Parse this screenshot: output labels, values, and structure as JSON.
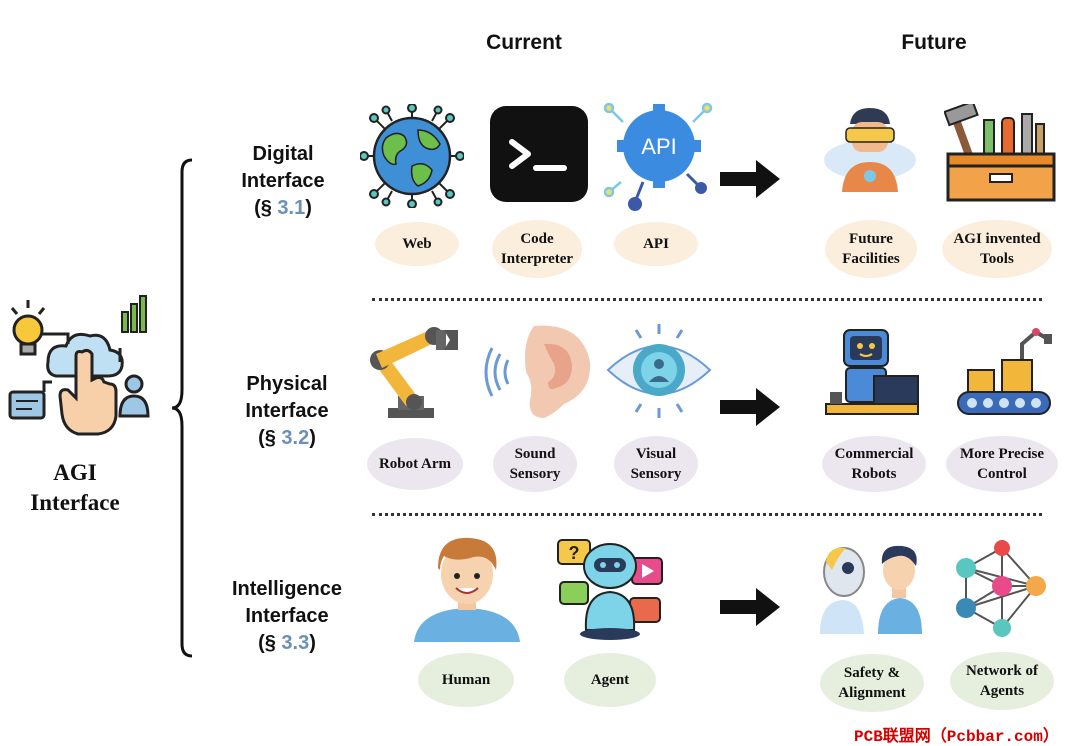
{
  "columns": {
    "current": "Current",
    "future": "Future"
  },
  "main_title": {
    "line1": "AGI",
    "line2": "Interface"
  },
  "rows": {
    "digital": {
      "line1": "Digital",
      "line2": "Interface",
      "sec_open": "(§ ",
      "sec_num": "3.1",
      "sec_close": ")"
    },
    "physical": {
      "line1": "Physical",
      "line2": "Interface",
      "sec_open": "(§ ",
      "sec_num": "3.2",
      "sec_close": ")"
    },
    "intelligence": {
      "line1": "Intelligence",
      "line2": "Interface",
      "sec_open": "(§ ",
      "sec_num": "3.3",
      "sec_close": ")"
    }
  },
  "items": {
    "web": "Web",
    "code_1": "Code",
    "code_2": "Interpreter",
    "api": "API",
    "future_fac_1": "Future",
    "future_fac_2": "Facilities",
    "agi_tools_1": "AGI invented",
    "agi_tools_2": "Tools",
    "robot_arm": "Robot Arm",
    "sound_1": "Sound",
    "sound_2": "Sensory",
    "visual_1": "Visual",
    "visual_2": "Sensory",
    "commercial_1": "Commercial",
    "commercial_2": "Robots",
    "precise_1": "More Precise",
    "precise_2": "Control",
    "human": "Human",
    "agent": "Agent",
    "safety_1": "Safety &",
    "safety_2": "Alignment",
    "network_1": "Network of",
    "network_2": "Agents"
  },
  "icon_text": {
    "api_badge": "API",
    "question_mark": "?"
  },
  "watermark": "PCB联盟网（Pcbbar.com）",
  "colors": {
    "section_blue": "#6a8fb8",
    "digital_pill": "#fbeedd",
    "physical_pill": "#ece6ee",
    "intel_pill": "#e6efdd",
    "watermark": "#d40000"
  },
  "icons": [
    "idea-cloud-icon",
    "globe-network-icon",
    "terminal-icon",
    "api-cloud-icon",
    "vr-person-icon",
    "toolbox-icon",
    "robot-arm-icon",
    "ear-icon",
    "eye-icon",
    "robot-laptop-icon",
    "conveyor-icon",
    "human-avatar-icon",
    "agent-robot-icon",
    "robot-human-icon",
    "network-graph-icon",
    "arrow-right-icon"
  ]
}
